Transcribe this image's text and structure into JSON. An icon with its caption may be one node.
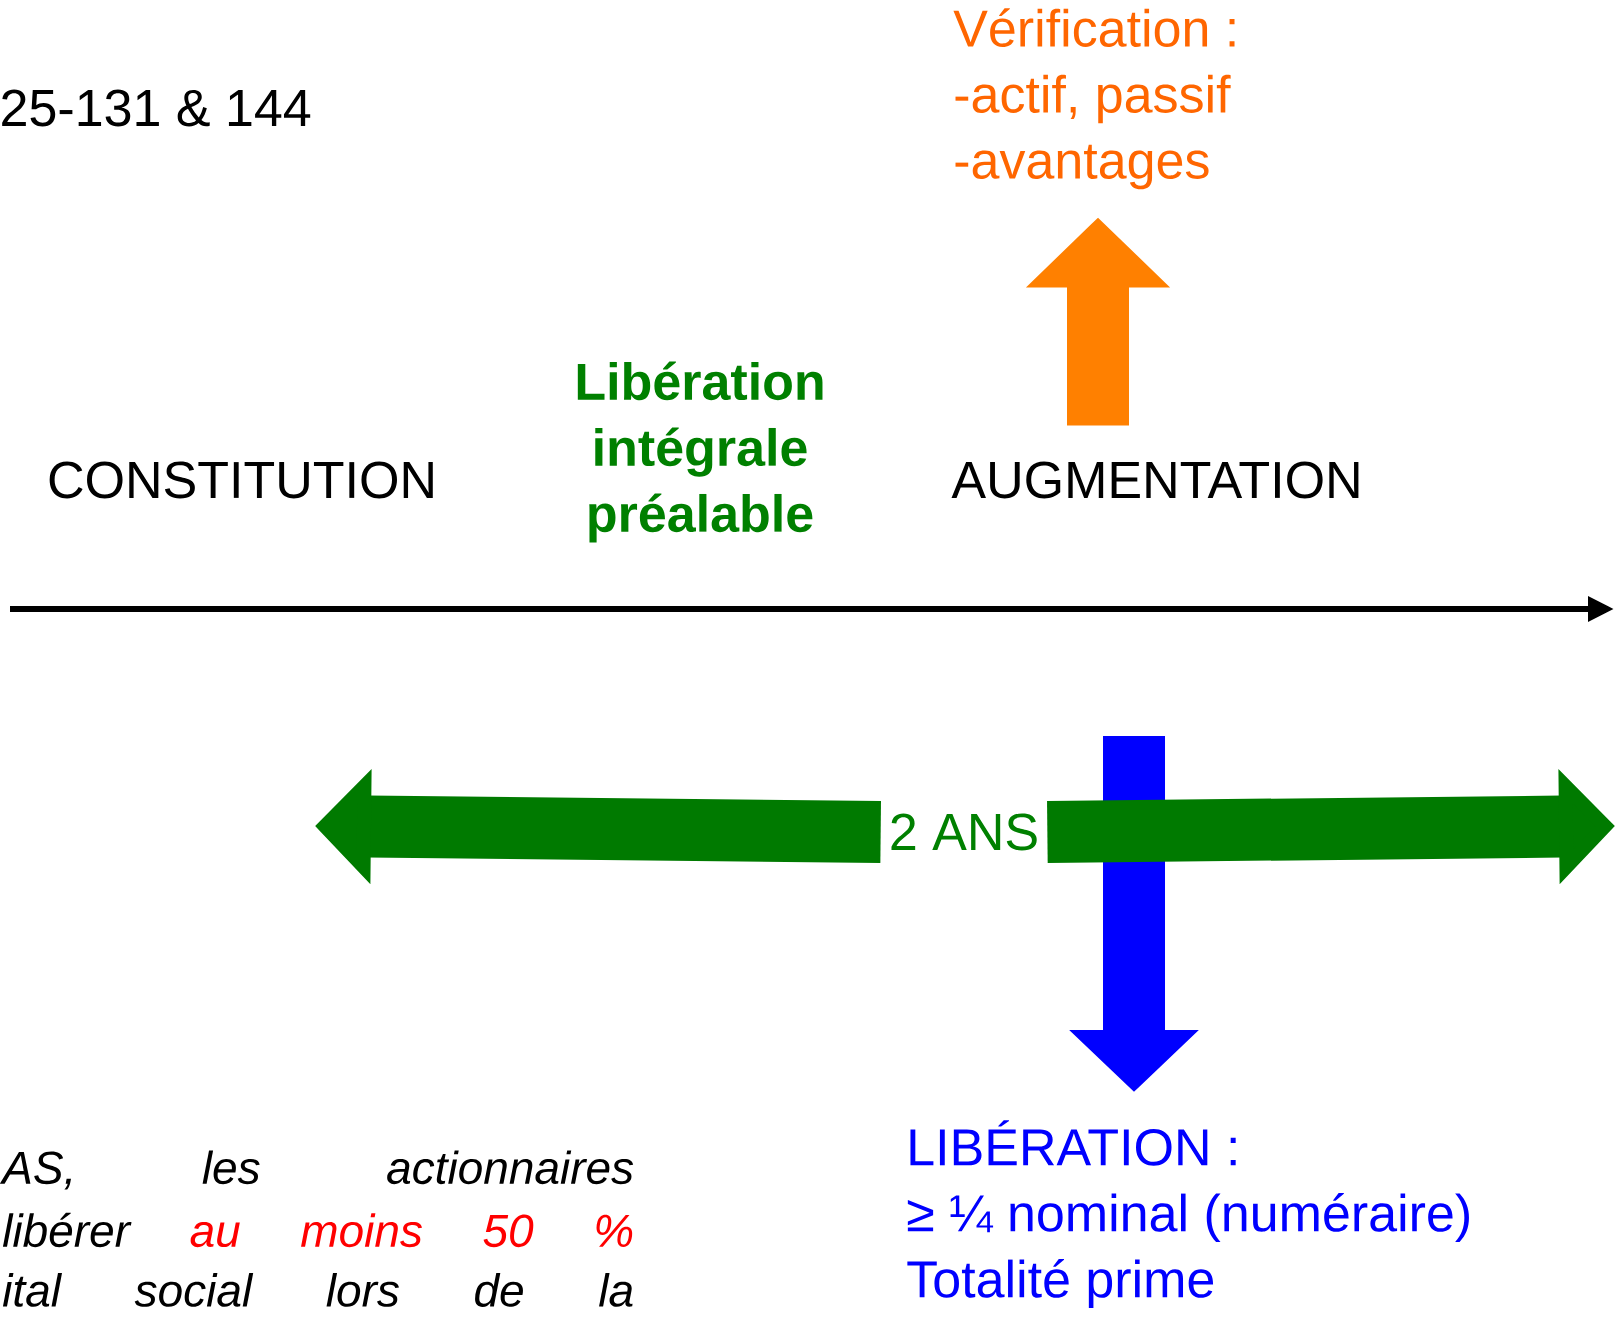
{
  "diagram": {
    "nodes": [
      {
        "text": [
          "CONSTITUTION"
        ]
      },
      {
        "text": [
          "Libération intégrale préalable"
        ]
      },
      {
        "text": [
          "AUGMENTATION"
        ]
      },
      {
        "text": [
          "Vérification :",
          "-actif, passif",
          "-avantages"
        ]
      },
      {
        "text": [
          "LIBÉRATION :",
          "≥ ¼  nominal (numéraire)",
          "Totalité prime"
        ]
      },
      {
        "text": [
          "2 ANS"
        ]
      }
    ],
    "edges": [
      {
        "from": 2,
        "to": 3,
        "arrow": "to",
        "color": "#ff8000"
      },
      {
        "from": null,
        "to": 4,
        "arrow": "to",
        "color": "#0000ff"
      },
      {
        "from": 5,
        "to": null,
        "arrow": "to",
        "color": "#007a00"
      },
      {
        "from": 5,
        "to": null,
        "arrow": "to",
        "color": "#007a00"
      }
    ],
    "labels": [
      "25-131 & 144",
      "AS, les actionnaires",
      "libérer",
      "au moins 50 %",
      "ital social lors de la"
    ]
  }
}
